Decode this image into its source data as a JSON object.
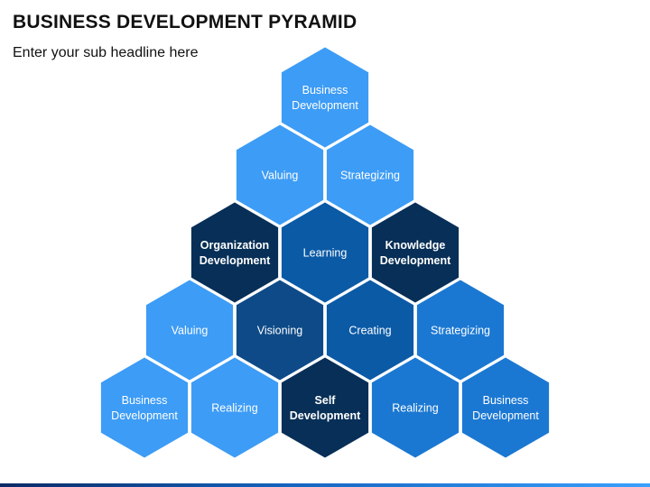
{
  "header": {
    "title": "BUSINESS DEVELOPMENT PYRAMID",
    "subtitle": "Enter your sub headline here"
  },
  "colors": {
    "light_blue": "#3d9cf5",
    "mid_blue": "#1b78d2",
    "steel_blue": "#0b5aa6",
    "dark_blue": "#0e4a88",
    "navy": "#072f57",
    "outline": "#ffffff"
  },
  "pyramid": {
    "rows": [
      {
        "hexagons": [
          {
            "id": "top",
            "lines": [
              "Business",
              "Development"
            ],
            "bold": false,
            "color": "light_blue"
          }
        ]
      },
      {
        "hexagons": [
          {
            "id": "valuing-2",
            "lines": [
              "Valuing"
            ],
            "bold": false,
            "color": "light_blue"
          },
          {
            "id": "strategizing-2",
            "lines": [
              "Strategizing"
            ],
            "bold": false,
            "color": "light_blue"
          }
        ]
      },
      {
        "hexagons": [
          {
            "id": "organization",
            "lines": [
              "Organization",
              "Development"
            ],
            "bold": true,
            "color": "navy"
          },
          {
            "id": "learning",
            "lines": [
              "Learning"
            ],
            "bold": false,
            "color": "steel_blue"
          },
          {
            "id": "knowledge",
            "lines": [
              "Knowledge",
              "Development"
            ],
            "bold": true,
            "color": "navy"
          }
        ]
      },
      {
        "hexagons": [
          {
            "id": "valuing-4",
            "lines": [
              "Valuing"
            ],
            "bold": false,
            "color": "light_blue"
          },
          {
            "id": "visioning",
            "lines": [
              "Visioning"
            ],
            "bold": false,
            "color": "dark_blue"
          },
          {
            "id": "creating",
            "lines": [
              "Creating"
            ],
            "bold": false,
            "color": "steel_blue"
          },
          {
            "id": "strategizing-4",
            "lines": [
              "Strategizing"
            ],
            "bold": false,
            "color": "mid_blue"
          }
        ]
      },
      {
        "hexagons": [
          {
            "id": "business-left",
            "lines": [
              "Business",
              "Development"
            ],
            "bold": false,
            "color": "light_blue"
          },
          {
            "id": "realizing-left",
            "lines": [
              "Realizing"
            ],
            "bold": false,
            "color": "light_blue"
          },
          {
            "id": "self",
            "lines": [
              "Self",
              "Development"
            ],
            "bold": true,
            "color": "navy"
          },
          {
            "id": "realizing-right",
            "lines": [
              "Realizing"
            ],
            "bold": false,
            "color": "mid_blue"
          },
          {
            "id": "business-right",
            "lines": [
              "Business",
              "Development"
            ],
            "bold": false,
            "color": "mid_blue"
          }
        ]
      }
    ]
  }
}
